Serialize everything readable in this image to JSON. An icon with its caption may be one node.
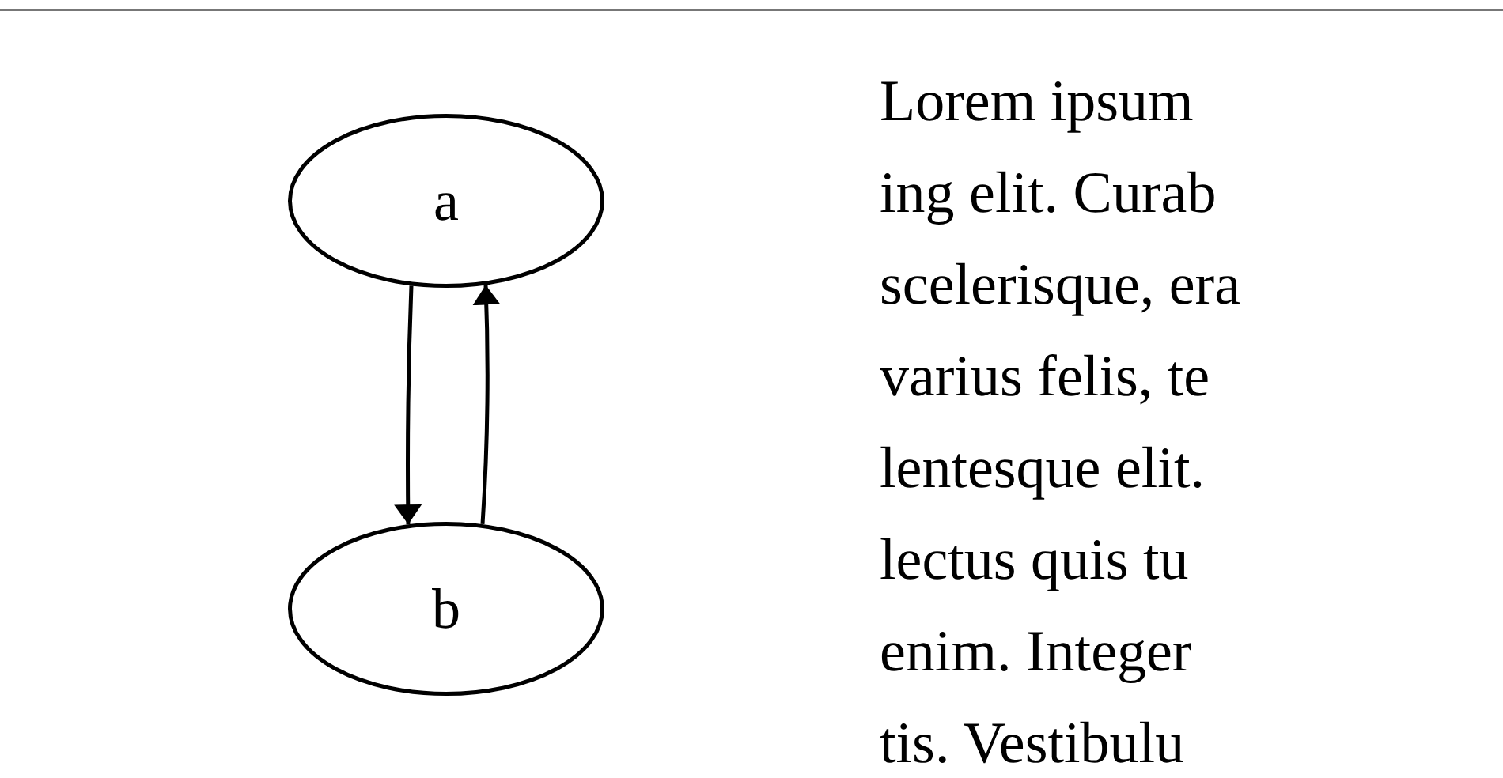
{
  "diagram": {
    "nodes": [
      {
        "text": [
          "a"
        ]
      },
      {
        "text": [
          "b"
        ]
      }
    ],
    "edges": [
      {
        "from": 0,
        "to": 1,
        "arrow": "to"
      },
      {
        "from": 1,
        "to": 0,
        "arrow": "to"
      }
    ],
    "labels": [
      "Lorem ipsum",
      "ing elit. Curab",
      "scelerisque, era",
      "varius felis, te",
      "lentesque elit.",
      "lectus quis tu",
      "enim. Integer",
      "tis. Vestibulu"
    ]
  }
}
